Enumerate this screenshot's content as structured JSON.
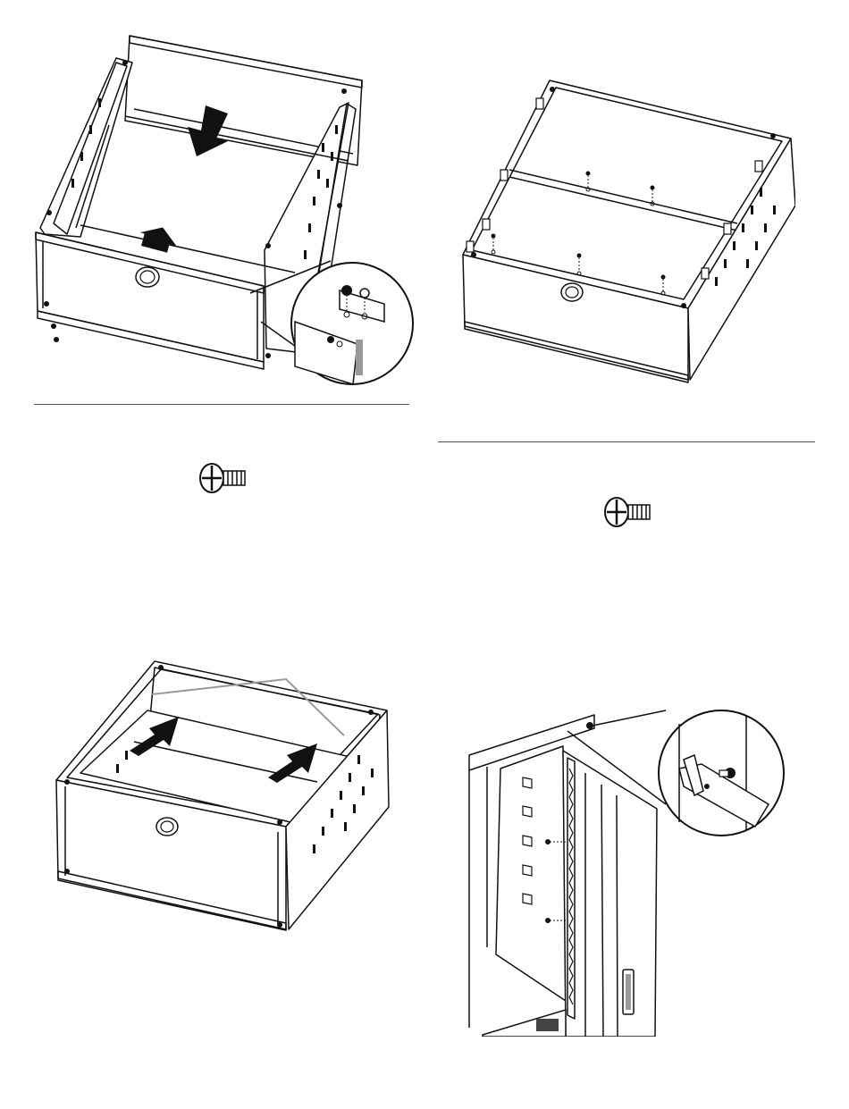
{
  "page": {
    "background": "#ffffff",
    "line_color": "#111111",
    "accent_gray": "#9a9a9a"
  },
  "icons": {
    "screw_icon": "phillips-screw-icon",
    "arrow_icon": "bold-arrow-icon",
    "zoom_callout": "magnify-circle"
  },
  "steps": [
    {
      "id": "step-1",
      "illustration": "base-frame-assembly-with-callout",
      "fastener": "screw"
    },
    {
      "id": "step-2",
      "illustration": "bottom-panel-screws",
      "fastener": "screw"
    },
    {
      "id": "step-3",
      "illustration": "slide-in-bottom-panel",
      "fastener": ""
    },
    {
      "id": "step-4",
      "illustration": "door-hinge-attachment-with-callout",
      "fastener": ""
    }
  ]
}
